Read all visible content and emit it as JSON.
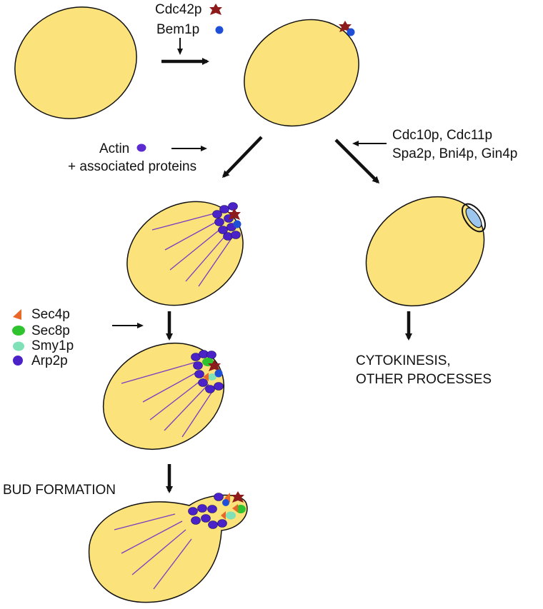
{
  "colors": {
    "cell_fill": "#fbe27a",
    "cell_stroke": "#111111",
    "cdc42p": "#8e1b1b",
    "bem1p": "#1f4fd6",
    "actin": "#5b2bd1",
    "arp2p": "#4a22c8",
    "sec4p": "#e8682a",
    "sec8p": "#2fc42f",
    "smy1p": "#80e0b8",
    "cable": "#7a3bc4",
    "septin_ring": "#9cc6ee",
    "arrow": "#111111"
  },
  "labels": {
    "cdc42p": "Cdc42p",
    "bem1p": "Bem1p",
    "actin": "Actin",
    "associated_proteins": "+ associated proteins",
    "septins_line1": "Cdc10p, Cdc11p",
    "septins_line2": "Spa2p, Bni4p, Gin4p",
    "sec4p": "Sec4p",
    "sec8p": "Sec8p",
    "smy1p": "Smy1p",
    "arp2p": "Arp2p",
    "bud_formation": "BUD FORMATION",
    "cytokinesis_line1": "CYTOKINESIS,",
    "cytokinesis_line2": "OTHER PROCESSES"
  },
  "icons": {
    "cdc42p": "star-icon",
    "bem1p": "dot-icon",
    "actin": "dot-icon",
    "sec4p": "triangle-icon",
    "sec8p": "dot-icon",
    "smy1p": "dot-icon",
    "arp2p": "dot-icon"
  }
}
